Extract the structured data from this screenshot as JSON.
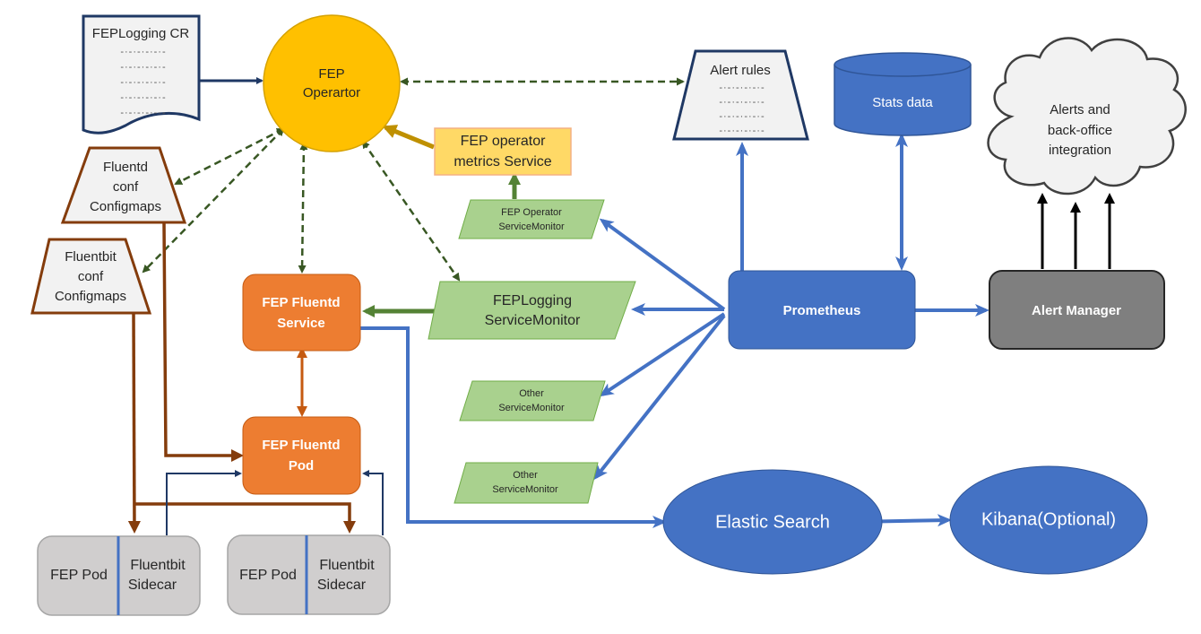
{
  "diagram": {
    "title": "FEP logging and monitoring architecture",
    "colors": {
      "operator_yellow": "#ffc000",
      "orange": "#ed7d31",
      "blue": "#4472c4",
      "green_fill": "#a9d18e",
      "green_dark": "#385723",
      "brown": "#843c0c",
      "navy": "#1f3864",
      "grey_box": "#d0cece",
      "alert_manager": "#7f7f7f",
      "light_orange": "#ffd966"
    },
    "nodes": {
      "feplogging_cr": {
        "label": "FEPLogging CR",
        "placeholder_line": "-·-·-·-·-·-"
      },
      "fep_operator": {
        "line1": "FEP",
        "line2": "Operartor"
      },
      "fluentd_conf": {
        "line1": "Fluentd",
        "line2": "conf",
        "line3": "Configmaps"
      },
      "fluentbit_conf": {
        "line1": "Fluentbit",
        "line2": "conf",
        "line3": "Configmaps"
      },
      "operator_metrics_service": {
        "line1": "FEP operator",
        "line2": "metrics Service"
      },
      "fep_operator_servicemonitor": {
        "line1": "FEP Operator",
        "line2": "ServiceMonitor"
      },
      "feplogging_servicemonitor": {
        "line1": "FEPLogging",
        "line2": "ServiceMonitor"
      },
      "other_servicemonitor_1": {
        "line1": "Other",
        "line2": "ServiceMonitor"
      },
      "other_servicemonitor_2": {
        "line1": "Other",
        "line2": "ServiceMonitor"
      },
      "fep_fluentd_service": {
        "line1": "FEP Fluentd",
        "line2": "Service"
      },
      "fep_fluentd_pod": {
        "line1": "FEP Fluentd",
        "line2": "Pod"
      },
      "fep_pod_1": {
        "pod_label": "FEP Pod",
        "sidecar_line1": "Fluentbit",
        "sidecar_line2": "Sidecar"
      },
      "fep_pod_2": {
        "pod_label": "FEP Pod",
        "sidecar_line1": "Fluentbit",
        "sidecar_line2": "Sidecar"
      },
      "alert_rules": {
        "label": "Alert rules",
        "placeholder_line": "-·-·-·-·-·-"
      },
      "stats_data": {
        "label": "Stats data"
      },
      "alerts_cloud": {
        "line1": "Alerts and",
        "line2": "back-office",
        "line3": "integration"
      },
      "prometheus": {
        "label": "Prometheus"
      },
      "alert_manager": {
        "label": "Alert Manager"
      },
      "elastic_search": {
        "label": "Elastic Search"
      },
      "kibana": {
        "label": "Kibana(Optional)"
      }
    }
  }
}
